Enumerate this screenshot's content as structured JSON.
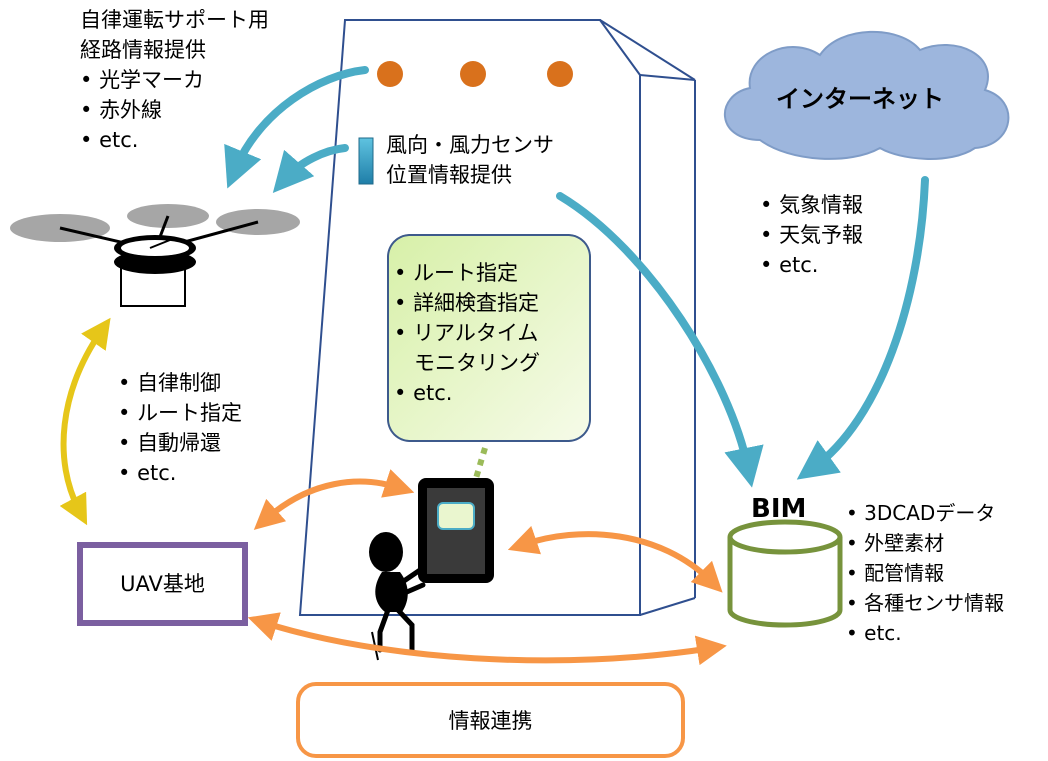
{
  "route_info": {
    "title_lines": [
      "自律運転サポート用",
      "経路情報提供"
    ],
    "items": [
      "光学マーカ",
      "赤外線",
      "etc."
    ]
  },
  "sensor": {
    "lines": [
      "風向・風力センサ",
      "位置情報提供"
    ]
  },
  "internet": {
    "label": "インターネット",
    "items": [
      "気象情報",
      "天気予報",
      "etc."
    ]
  },
  "tablet_panel": {
    "items": [
      "ルート指定",
      "詳細検査指定",
      "リアルタイム",
      "モニタリング",
      "etc."
    ]
  },
  "uav_control": {
    "items": [
      "自律制御",
      "ルート指定",
      "自動帰還",
      "etc."
    ]
  },
  "uav_base": {
    "label": "UAV基地"
  },
  "bim": {
    "label": "BIM",
    "items": [
      "3DCADデータ",
      "外壁素材",
      "配管情報",
      "各種センサ情報",
      "etc."
    ]
  },
  "info_link": {
    "label": "情報連携"
  },
  "colors": {
    "teal_arrow": "#4bacc6",
    "orange_arrow": "#f79646",
    "yellow_arrow": "#e6c619",
    "building_stroke": "#2f4f8f",
    "sensor_dot": "#d9711c",
    "cloud_fill": "#9db6dd",
    "panel_fill": "#ebf7d0",
    "panel_stroke": "#3d5a8c",
    "uav_base_stroke": "#7b5fa0",
    "bim_stroke": "#77933c",
    "info_link_stroke": "#f79646"
  },
  "icons": [
    "drone-icon",
    "person-icon",
    "tablet-icon",
    "cloud-icon",
    "database-icon",
    "wind-sensor-icon"
  ]
}
